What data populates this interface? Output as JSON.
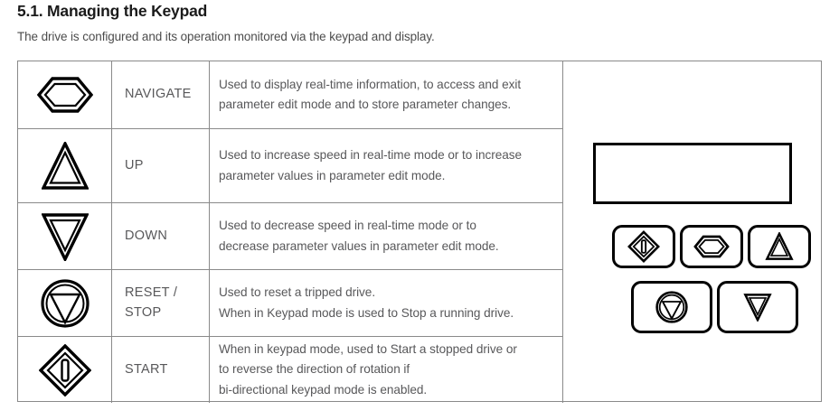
{
  "heading": {
    "title": "5.1. Managing the Keypad",
    "subtitle": "The drive is configured and its operation monitored via the keypad and display."
  },
  "table": {
    "rows": [
      {
        "icon": "hexagon-outline-icon",
        "name_lines": [
          "NAVIGATE"
        ],
        "desc_lines": [
          "Used to display real-time information, to access and exit",
          "parameter edit mode and to store parameter changes."
        ]
      },
      {
        "icon": "triangle-up-outline-icon",
        "name_lines": [
          "UP"
        ],
        "desc_lines": [
          "Used to increase speed in real-time mode or to increase",
          "parameter values in parameter edit mode."
        ]
      },
      {
        "icon": "triangle-down-outline-icon",
        "name_lines": [
          "DOWN"
        ],
        "desc_lines": [
          "Used to decrease speed in real-time mode or to",
          "decrease parameter values in parameter edit mode."
        ]
      },
      {
        "icon": "stop-circle-triangle-icon",
        "name_lines": [
          "RESET /",
          "STOP"
        ],
        "desc_lines": [
          "Used to reset a tripped drive.",
          "When in Keypad mode is used to Stop a running drive."
        ]
      },
      {
        "icon": "start-diamond-bar-icon",
        "name_lines": [
          "START"
        ],
        "desc_lines": [
          "When in keypad mode, used to Start a stopped drive or",
          "to reverse the direction of rotation if",
          "bi-directional keypad mode is enabled."
        ]
      }
    ]
  },
  "keypad": {
    "display_value": "",
    "buttons": [
      {
        "key": "start",
        "icon": "start-diamond-bar-icon"
      },
      {
        "key": "navigate",
        "icon": "hexagon-outline-icon"
      },
      {
        "key": "up",
        "icon": "triangle-up-outline-icon"
      },
      {
        "key": "stop",
        "icon": "stop-circle-triangle-icon"
      },
      {
        "key": "down",
        "icon": "triangle-down-outline-icon"
      }
    ]
  },
  "colors": {
    "ink": "#231f20",
    "text_gray": "#58585a",
    "rule": "#8a8a8a",
    "icon_black": "#000000"
  }
}
